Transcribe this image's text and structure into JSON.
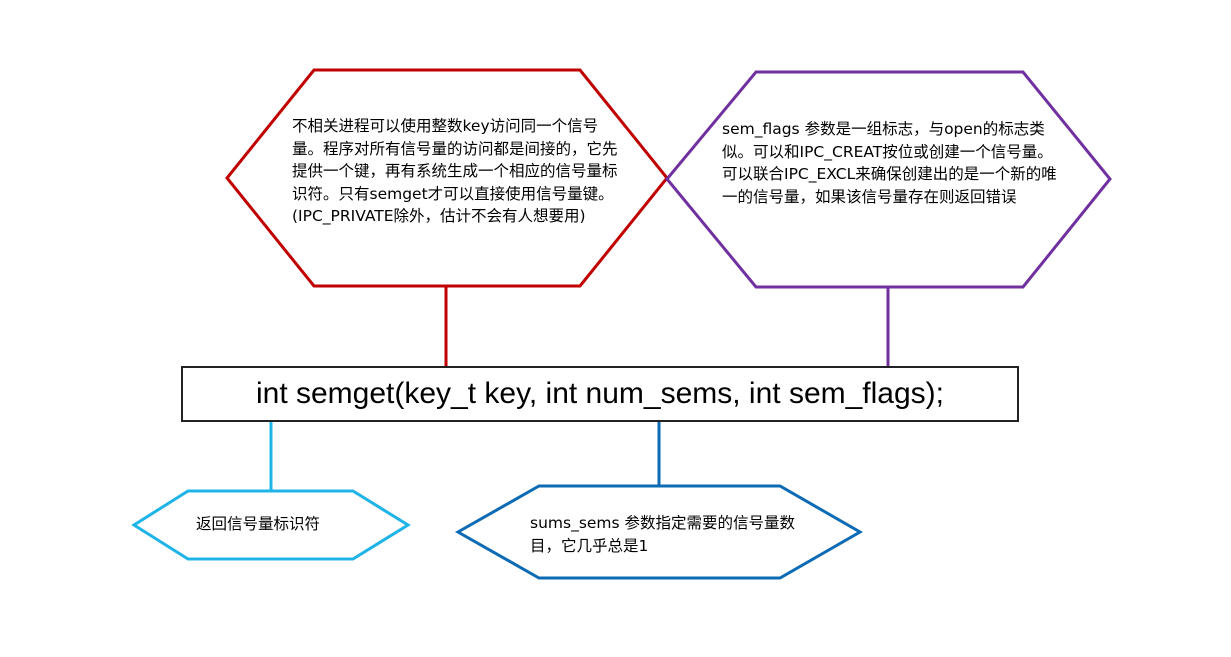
{
  "colors": {
    "key_hex": "#c00000",
    "flags_hex": "#7030a0",
    "return_hex": "#1fb4e8",
    "nsems_hex": "#0d6bb5",
    "box_border": "#222222"
  },
  "main_box": {
    "text": "int semget(key_t key, int num_sems, int sem_flags);"
  },
  "key_note": {
    "text": "不相关进程可以使用整数key访问同一个信号量。程序对所有信号量的访问都是间接的，它先提供一个键，再有系统生成一个相应的信号量标识符。只有semget才可以直接使用信号量键。(IPC_PRIVATE除外，估计不会有人想要用)"
  },
  "flags_note": {
    "text": "sem_flags 参数是一组标志，与open的标志类似。可以和IPC_CREAT按位或创建一个信号量。可以联合IPC_EXCL来确保创建出的是一个新的唯一的信号量，如果该信号量存在则返回错误"
  },
  "return_note": {
    "text": "返回信号量标识符"
  },
  "nsems_note": {
    "text": "sums_sems 参数指定需要的信号量数目，它几乎总是1"
  }
}
